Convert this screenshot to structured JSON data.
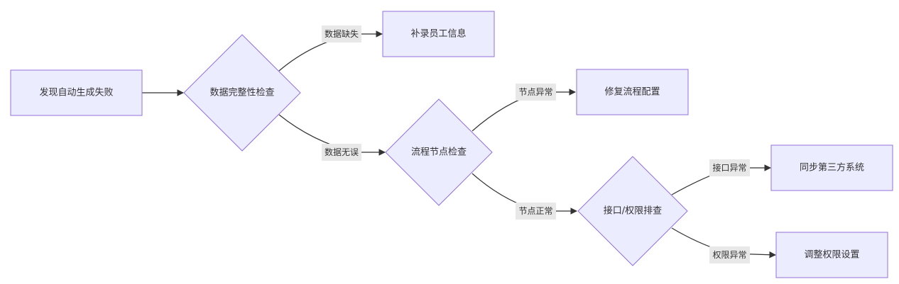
{
  "diagram": {
    "type": "flowchart",
    "colors": {
      "node_fill": "#ECECFF",
      "node_stroke": "#9370DB",
      "edge": "#333333",
      "label_bg": "#E8E8E8",
      "text": "#333333"
    },
    "nodes": {
      "start": "发现自动生成失败",
      "check_data": "数据完整性检查",
      "fill_info": "补录员工信息",
      "check_flow": "流程节点检查",
      "fix_config": "修复流程配置",
      "check_api": "接口/权限排查",
      "sync": "同步第三方系统",
      "adjust": "调整权限设置"
    },
    "edges": {
      "data_missing": "数据缺失",
      "data_ok": "数据无误",
      "node_abnormal": "节点异常",
      "node_normal": "节点正常",
      "api_abnormal": "接口异常",
      "perm_abnormal": "权限异常"
    }
  }
}
